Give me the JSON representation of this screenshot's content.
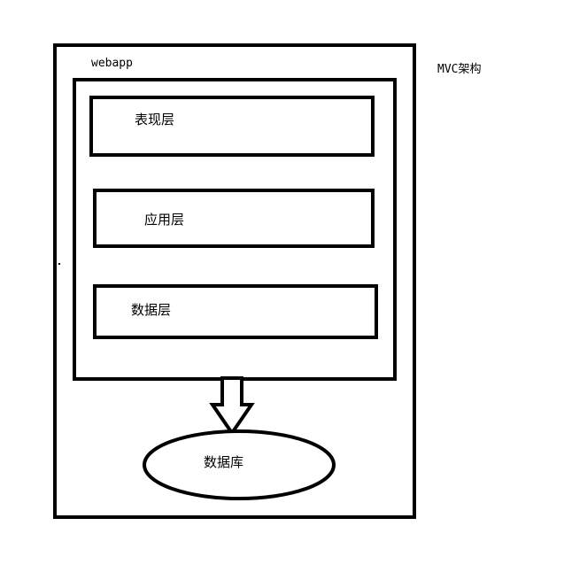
{
  "diagram": {
    "architecture_label": "MVC架构",
    "container_label": "webapp",
    "layers": [
      {
        "label": "表现层"
      },
      {
        "label": "应用层"
      },
      {
        "label": "数据层"
      }
    ],
    "database_label": "数据库",
    "colors": {
      "stroke": "#000000",
      "background": "#ffffff"
    }
  }
}
